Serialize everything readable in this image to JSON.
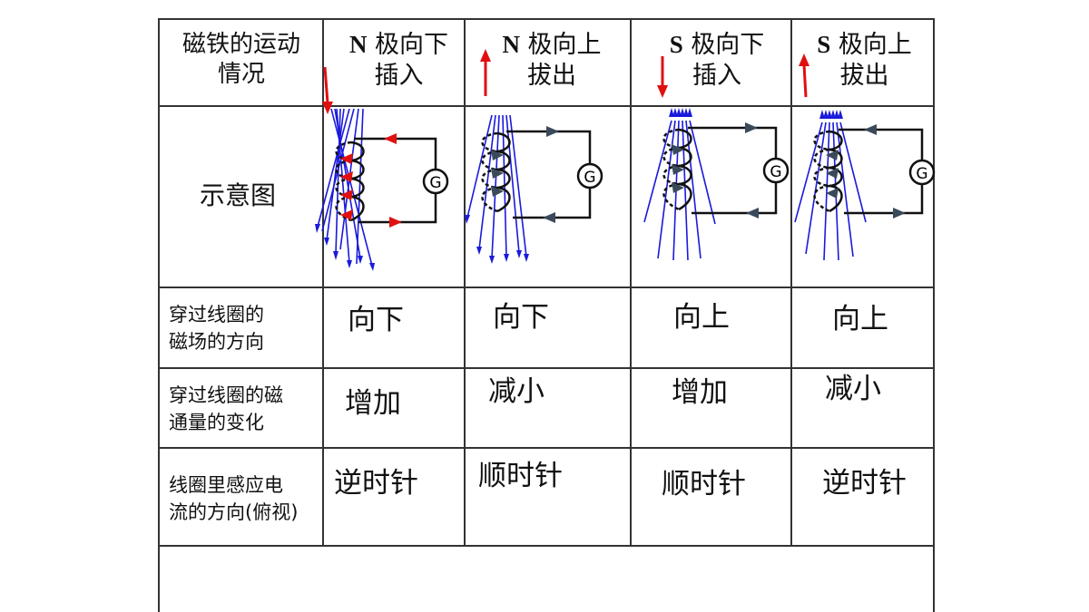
{
  "header": {
    "corner_line1": "磁铁的运动",
    "corner_line2": "情况",
    "columns": [
      {
        "pole": "N",
        "line1": "极向下",
        "line2": "插入"
      },
      {
        "pole": "N",
        "line1": "极向上",
        "line2": "拔出"
      },
      {
        "pole": "S",
        "line1": "极向下",
        "line2": "插入"
      },
      {
        "pole": "S",
        "line1": "极向上",
        "line2": "拔出"
      }
    ]
  },
  "rows": {
    "diagram_label": "示意图",
    "field_direction": {
      "label_line1": "穿过线圈的",
      "label_line2": "磁场的方向",
      "values": [
        "向下",
        "向下",
        "向上",
        "向上"
      ]
    },
    "flux_change": {
      "label_line1": "穿过线圈的磁",
      "label_line2": "通量的变化",
      "values": [
        "增加",
        "减小",
        "增加",
        "减小"
      ]
    },
    "current_direction": {
      "label_line1": "线圈里感应电",
      "label_line2": "流的方向(俯视)",
      "values": [
        "逆时针",
        "顺时针",
        "顺时针",
        "逆时针"
      ]
    }
  },
  "galvanometer_label": "G",
  "colors": {
    "field_lines": "#1a1adc",
    "arrow_red": "#e01010",
    "arrow_gray": "#3a4a5a",
    "grid": "#333333"
  }
}
